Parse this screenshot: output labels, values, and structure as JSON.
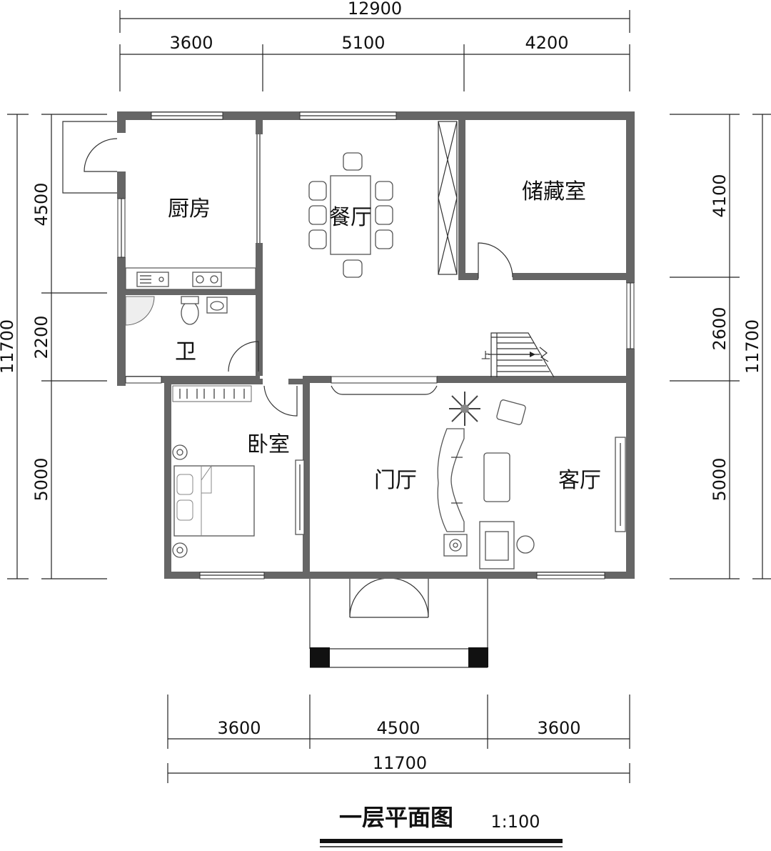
{
  "dimensions": {
    "top_total": "12900",
    "top_segments": [
      "3600",
      "5100",
      "4200"
    ],
    "bottom_segments": [
      "3600",
      "4500",
      "3600"
    ],
    "bottom_total": "11700",
    "left_total": "11700",
    "left_segments": [
      "4500",
      "2200",
      "5000"
    ],
    "right_total": "11700",
    "right_segments": [
      "4100",
      "2600",
      "5000"
    ]
  },
  "rooms": {
    "kitchen": "厨房",
    "dining": "餐厅",
    "storage": "储藏室",
    "bath": "卫",
    "bedroom": "卧室",
    "foyer": "门厅",
    "living": "客厅"
  },
  "stair_label": "上",
  "title": "一层平面图",
  "scale": "1:100",
  "colors": {
    "wall": "#666666",
    "line": "#222222",
    "furniture": "#555555"
  }
}
